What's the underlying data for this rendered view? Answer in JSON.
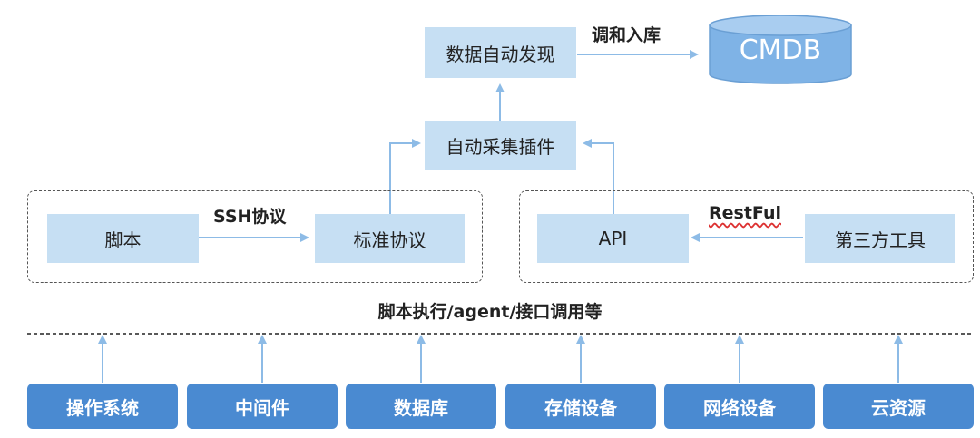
{
  "nodes": {
    "cmdb": "CMDB",
    "discovery": "数据自动发现",
    "plugin": "自动采集插件",
    "script": "脚本",
    "std_protocol": "标准协议",
    "api": "API",
    "third_party": "第三方工具"
  },
  "edge_labels": {
    "reconcile": "调和入库",
    "ssh": "SSH协议",
    "restful": "RestFul",
    "divider": "脚本执行/agent/接口调用等"
  },
  "sources": [
    "操作系统",
    "中间件",
    "数据库",
    "存储设备",
    "网络设备",
    "云资源"
  ],
  "colors": {
    "box_fill": "#c6dff3",
    "source_fill": "#4a8ad1",
    "arrow": "#8dbbe6",
    "cmdb_fill": "#7fb3e6"
  }
}
